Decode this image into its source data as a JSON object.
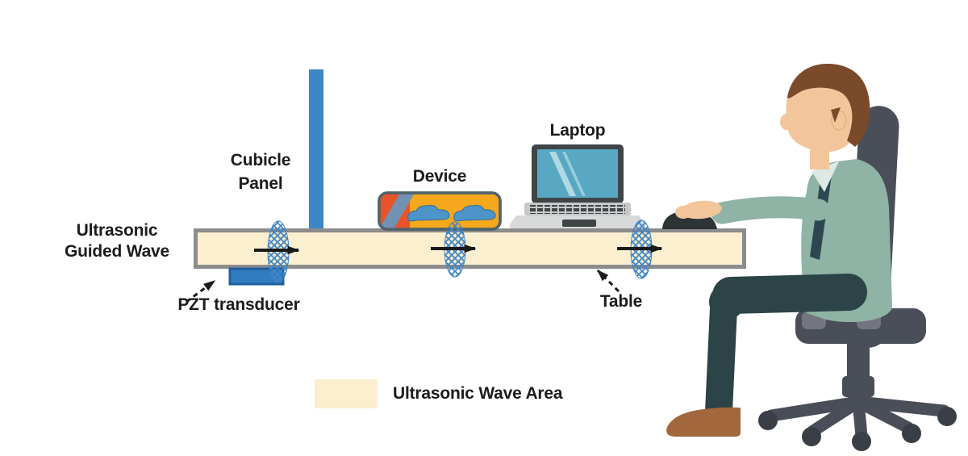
{
  "figure": {
    "labels": {
      "guided_wave": "Ultrasonic\nGuided Wave",
      "cubicle_panel": "Cubicle\nPanel",
      "device": "Device",
      "laptop": "Laptop",
      "pzt_transducer": "PZT transducer",
      "table": "Table"
    },
    "legend": {
      "label": "Ultrasonic Wave Area",
      "swatch_color": "#FBEFD0"
    },
    "colors": {
      "wave_area_fill": "#FBEFD0",
      "table_border": "#8C8C8C",
      "panel_blue": "#3E86C6",
      "transducer_blue": "#2F7CC0",
      "wave_blue": "#3E86C6",
      "device_orange": "#F5A81C",
      "device_accent_red": "#E8542A",
      "device_accent_stripe": "#7292B3",
      "laptop_screen": "#58A8C3",
      "arrow_black": "#1A1A1A"
    }
  }
}
